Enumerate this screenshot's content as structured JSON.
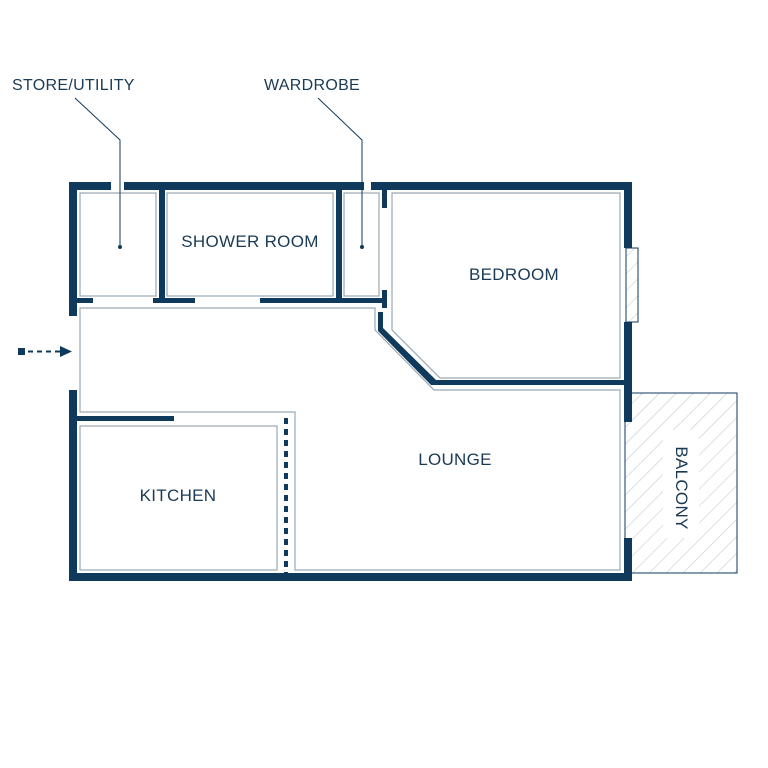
{
  "labels": {
    "store_utility": "STORE/UTILITY",
    "wardrobe": "WARDROBE",
    "shower_room": "SHOWER ROOM",
    "bedroom": "BEDROOM",
    "lounge": "LOUNGE",
    "kitchen": "KITCHEN",
    "balcony": "BALCONY"
  },
  "colors": {
    "wall": "#0f3a5c",
    "inner_outline": "#9aa8b4",
    "text": "#1a3a55",
    "hatch": "#b9c2ca"
  },
  "icons": {
    "entrance": "dashed-arrow-right",
    "balcony": "hatched-area",
    "window": "window-glazing"
  }
}
